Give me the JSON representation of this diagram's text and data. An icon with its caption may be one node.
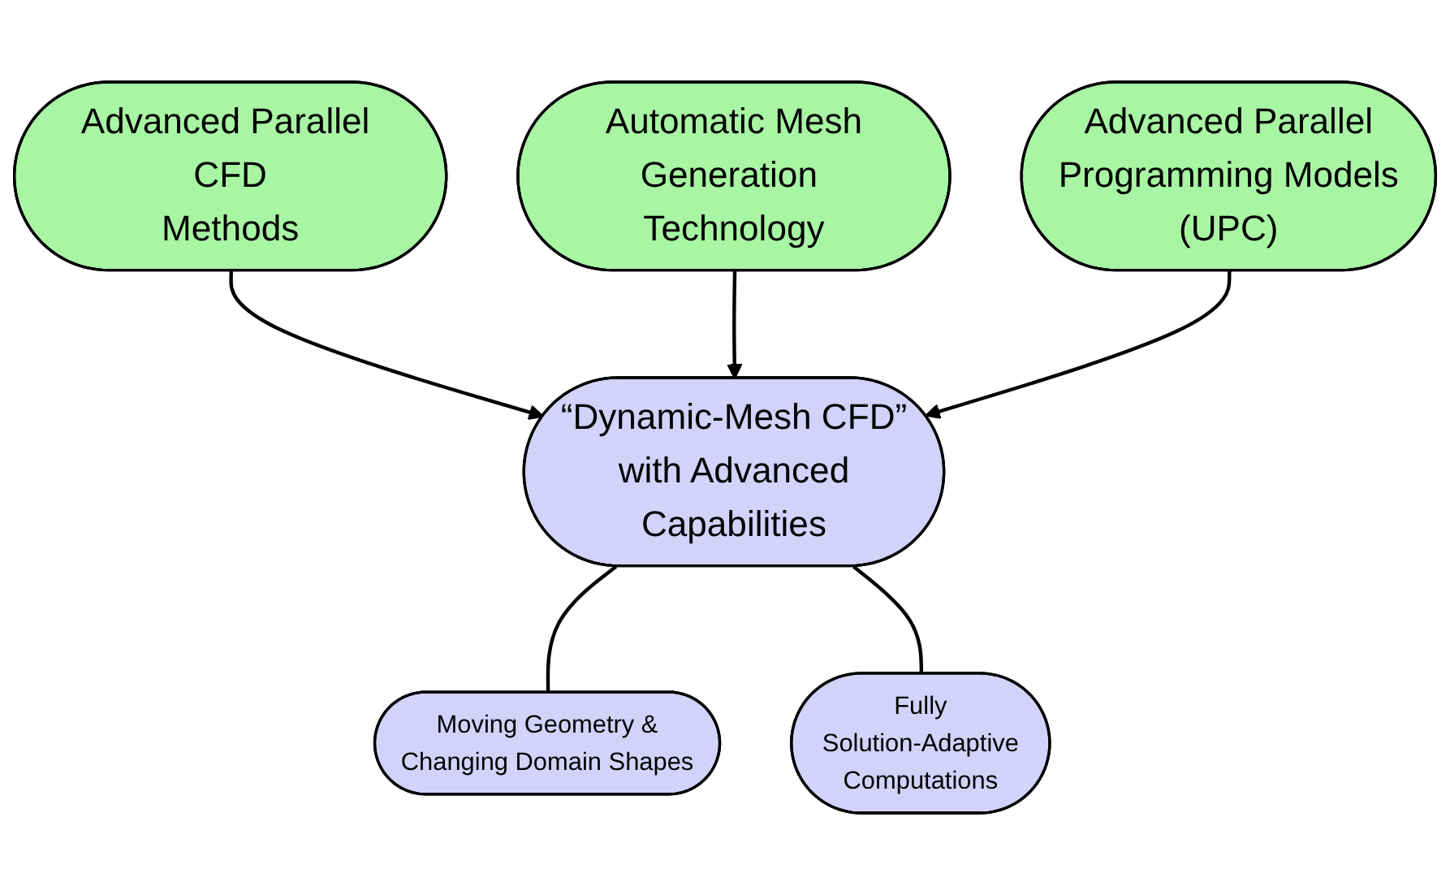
{
  "diagram": {
    "nodes": [
      {
        "text": [
          "Advanced Parallel CFD Methods"
        ]
      },
      {
        "text": [
          "Automatic Mesh Generation Technology"
        ]
      },
      {
        "text": [
          "Advanced Parallel Programming Models (UPC)"
        ]
      },
      {
        "text": [
          "“Dynamic-Mesh CFD” with Advanced Capabilities"
        ]
      },
      {
        "text": [
          "Moving Geometry & Changing Domain Shapes"
        ]
      },
      {
        "text": [
          "Fully Solution-Adaptive Computations"
        ]
      }
    ],
    "edges": [
      {
        "from": 0,
        "to": 3,
        "arrow": "to"
      },
      {
        "from": 1,
        "to": 3,
        "arrow": "to"
      },
      {
        "from": 2,
        "to": 3,
        "arrow": "to"
      },
      {
        "from": 3,
        "to": 4,
        "arrow": "none"
      },
      {
        "from": 3,
        "to": 5,
        "arrow": "none"
      }
    ]
  }
}
